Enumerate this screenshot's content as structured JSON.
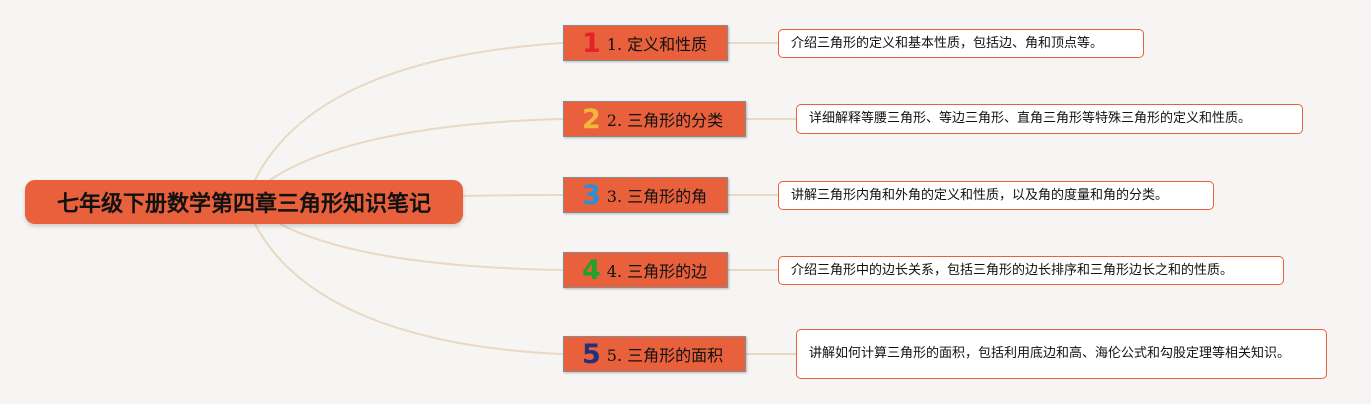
{
  "root": {
    "label": "七年级下册数学第四章三角形知识笔记"
  },
  "topics": [
    {
      "marker": "1",
      "label": "1. 定义和性质",
      "note": "介绍三角形的定义和基本性质，包括边、角和顶点等。"
    },
    {
      "marker": "2",
      "label": "2. 三角形的分类",
      "note": "详细解释等腰三角形、等边三角形、直角三角形等特殊三角形的定义和性质。"
    },
    {
      "marker": "3",
      "label": "3. 三角形的角",
      "note": "讲解三角形内角和外角的定义和性质，以及角的度量和角的分类。"
    },
    {
      "marker": "4",
      "label": "4. 三角形的边",
      "note": "介绍三角形中的边长关系，包括三角形的边长排序和三角形边长之和的性质。"
    },
    {
      "marker": "5",
      "label": "5. 三角形的面积",
      "note": "讲解如何计算三角形的面积，包括利用底边和高、海伦公式和勾股定理等相关知识。"
    }
  ],
  "colors": {
    "background": "#f6f5f3",
    "node_fill": "#e8603c",
    "branch_line": "#e9d8c2",
    "marker_1": "#e2232a",
    "marker_2": "#f4b63e",
    "marker_3": "#2b8fd6",
    "marker_4": "#23a12f",
    "marker_5": "#23307a"
  }
}
